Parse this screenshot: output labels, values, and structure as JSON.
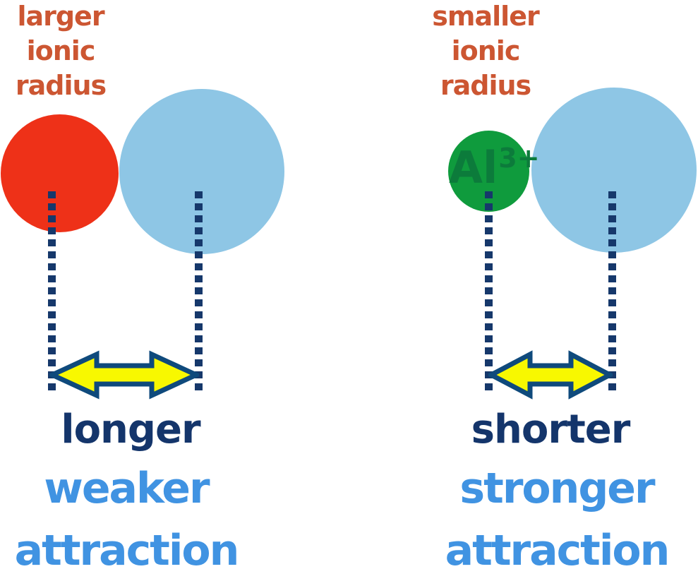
{
  "diagram": {
    "topic": "ionic radius vs attraction strength"
  },
  "left_panel": {
    "radius_label": "larger\nionic\nradius",
    "distance_label": "longer",
    "attraction_label": "weaker\nattraction"
  },
  "right_panel": {
    "radius_label": "smaller\nionic\nradius",
    "ion_symbol": "Al",
    "ion_charge": "3+",
    "distance_label": "shorter",
    "attraction_label": "stronger\nattraction"
  },
  "colors": {
    "radius_label_orange": "#cc5632",
    "large_cation_red": "#ee3118",
    "anion_light_blue": "#8ec6e5",
    "small_cation_green": "#0f9b3d",
    "ion_symbol_dark_green": "#0c7b3b",
    "dotted_line_navy": "#16386b",
    "arrow_outline_navy": "#0f4a7c",
    "arrow_fill_yellow": "#f8f800",
    "distance_label_navy": "#14356b",
    "attraction_label_blue": "#4093e2"
  }
}
